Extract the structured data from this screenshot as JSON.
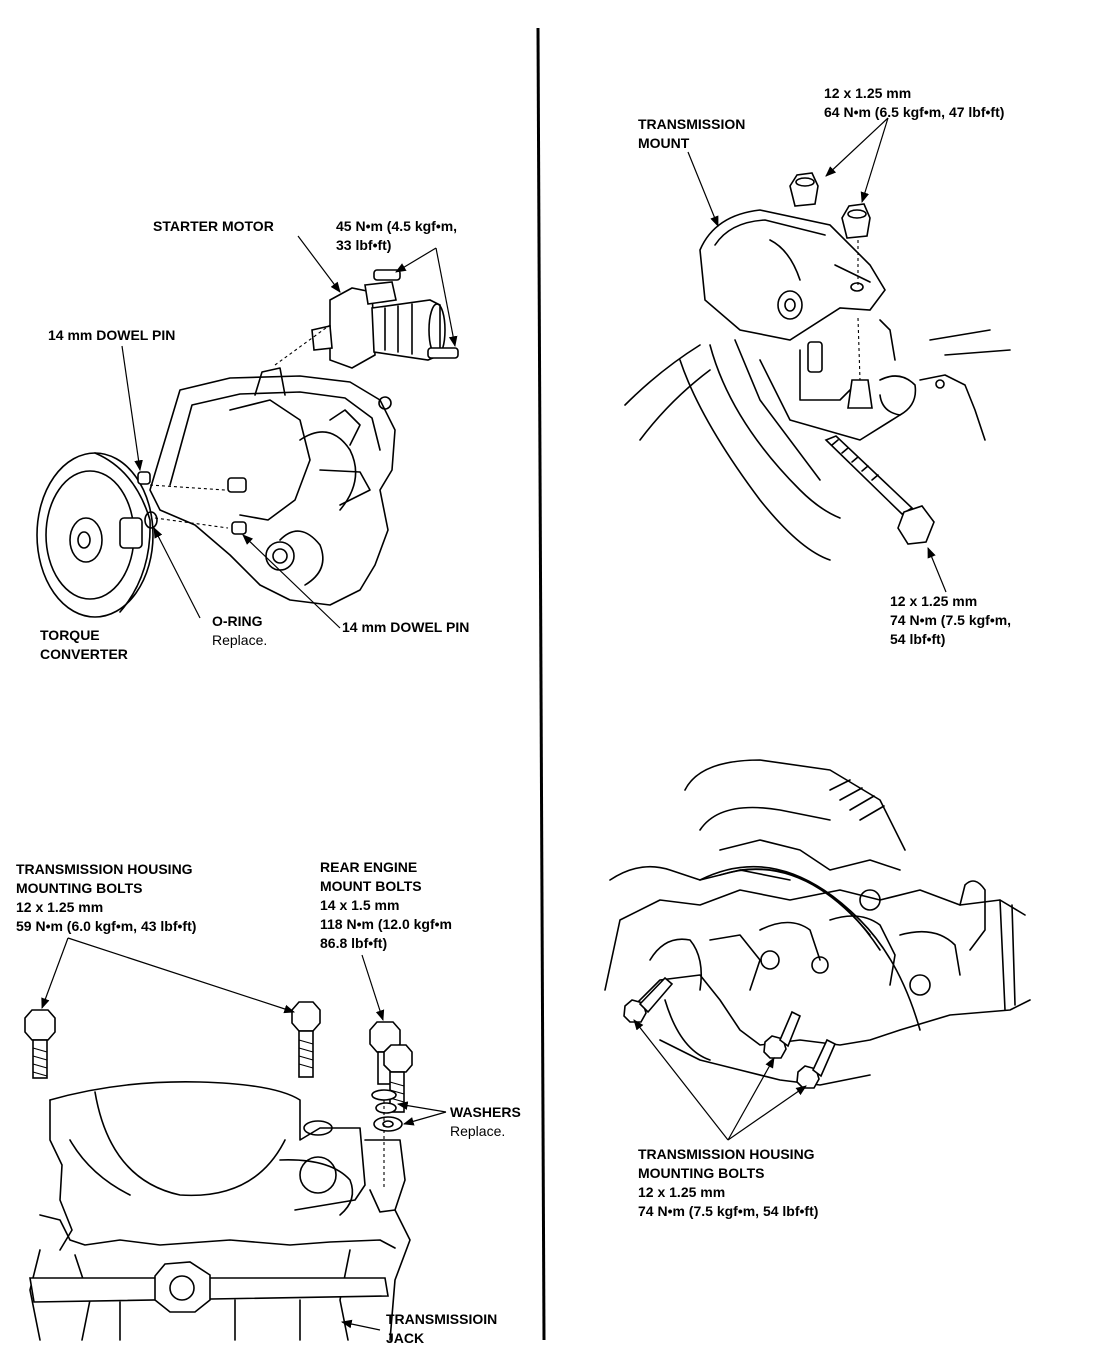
{
  "panel_tl": {
    "starter_motor": "STARTER MOTOR",
    "starter_torque_1": "45 N•m (4.5 kgf•m,",
    "starter_torque_2": "33 lbf•ft)",
    "dowel_pin_top": "14 mm DOWEL PIN",
    "torque_converter_1": "TORQUE",
    "torque_converter_2": "CONVERTER",
    "o_ring": "O-RING",
    "o_ring_note": "Replace.",
    "dowel_pin_bottom": "14 mm DOWEL PIN"
  },
  "panel_tr": {
    "mount_1": "TRANSMISSION",
    "mount_2": "MOUNT",
    "nut_size": "12 x 1.25 mm",
    "nut_torque": "64 N•m (6.5 kgf•m, 47 lbf•ft)",
    "bolt_size": "12 x 1.25 mm",
    "bolt_torque_1": "74 N•m (7.5 kgf•m,",
    "bolt_torque_2": "54 lbf•ft)"
  },
  "panel_bl": {
    "housing_1": "TRANSMISSION HOUSING",
    "housing_2": "MOUNTING BOLTS",
    "housing_size": "12 x 1.25 mm",
    "housing_torque": "59 N•m (6.0 kgf•m, 43 lbf•ft)",
    "rear_1": "REAR ENGINE",
    "rear_2": "MOUNT BOLTS",
    "rear_size": "14 x 1.5 mm",
    "rear_torque_1": "118 N•m (12.0 kgf•m",
    "rear_torque_2": "86.8 lbf•ft)",
    "washers": "WASHERS",
    "washers_note": "Replace.",
    "jack_1": "TRANSMISSIOIN",
    "jack_2": "JACK"
  },
  "panel_br": {
    "housing_1": "TRANSMISSION HOUSING",
    "housing_2": "MOUNTING BOLTS",
    "housing_size": "12 x 1.25 mm",
    "housing_torque": "74 N•m (7.5 kgf•m, 54 lbf•ft)"
  }
}
